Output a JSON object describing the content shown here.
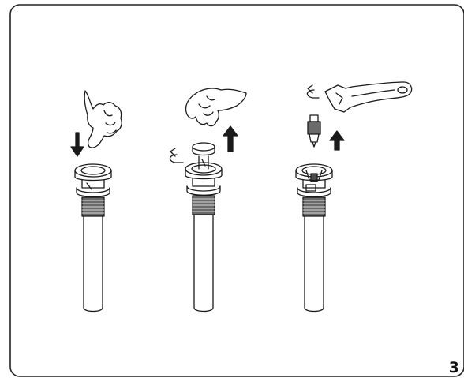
{
  "page": {
    "number": "3"
  },
  "colors": {
    "stroke": "#1a1a1a",
    "background": "#ffffff",
    "fill_light": "#ffffff",
    "fill_dark": "#4a4a4a"
  },
  "steps": [
    {
      "icons": [
        "hand-icon",
        "down-arrow-icon",
        "drain-assembly"
      ]
    },
    {
      "icons": [
        "hand-icon",
        "up-arrow-icon",
        "rotate-arrow-icon",
        "drain-stopper",
        "drain-assembly"
      ]
    },
    {
      "icons": [
        "wrench-icon",
        "rotate-arrow-icon",
        "drain-rod",
        "up-arrow-icon",
        "drain-assembly"
      ]
    }
  ]
}
